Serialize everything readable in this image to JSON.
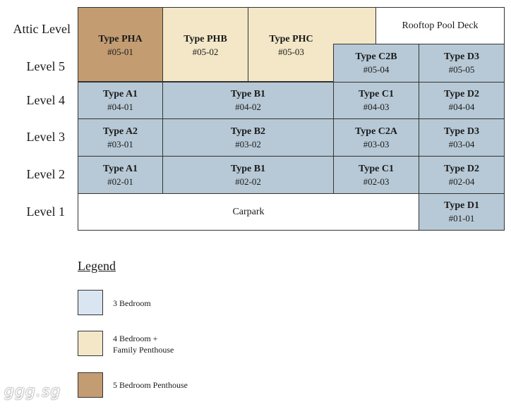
{
  "levels": {
    "attic": "Attic Level",
    "l5": "Level 5",
    "l4": "Level 4",
    "l3": "Level 3",
    "l2": "Level 2",
    "l1": "Level 1"
  },
  "units": {
    "pha": {
      "type": "Type PHA",
      "unit": "#05-01"
    },
    "phb": {
      "type": "Type PHB",
      "unit": "#05-02"
    },
    "phc": {
      "type": "Type PHC",
      "unit": "#05-03"
    },
    "c2b": {
      "type": "Type C2B",
      "unit": "#05-04"
    },
    "d3_5": {
      "type": "Type D3",
      "unit": "#05-05"
    },
    "a1_4": {
      "type": "Type A1",
      "unit": "#04-01"
    },
    "b1_4": {
      "type": "Type B1",
      "unit": "#04-02"
    },
    "c1_4": {
      "type": "Type C1",
      "unit": "#04-03"
    },
    "d2_4": {
      "type": "Type D2",
      "unit": "#04-04"
    },
    "a2_3": {
      "type": "Type A2",
      "unit": "#03-01"
    },
    "b2_3": {
      "type": "Type B2",
      "unit": "#03-02"
    },
    "c2a_3": {
      "type": "Type C2A",
      "unit": "#03-03"
    },
    "d3_3": {
      "type": "Type D3",
      "unit": "#03-04"
    },
    "a1_2": {
      "type": "Type A1",
      "unit": "#02-01"
    },
    "b1_2": {
      "type": "Type B1",
      "unit": "#02-02"
    },
    "c1_2": {
      "type": "Type C1",
      "unit": "#02-03"
    },
    "d2_2": {
      "type": "Type D2",
      "unit": "#02-04"
    },
    "d1_1": {
      "type": "Type D1",
      "unit": "#01-01"
    }
  },
  "areas": {
    "rooftop": "Rooftop Pool Deck",
    "carpark": "Carpark"
  },
  "legend": {
    "title": "Legend",
    "items": [
      {
        "label": "3 Bedroom",
        "color": "#d9e5f1"
      },
      {
        "label": "4 Bedroom +\nFamily Penthouse",
        "color": "#f3e7c7"
      },
      {
        "label": "5 Bedroom Penthouse",
        "color": "#c49c72"
      }
    ]
  },
  "colors": {
    "three_bedroom_cells": "#b7c9d6",
    "four_bedroom": "#f3e7c7",
    "five_bedroom": "#c49c72"
  },
  "watermark": "ggg.sg"
}
